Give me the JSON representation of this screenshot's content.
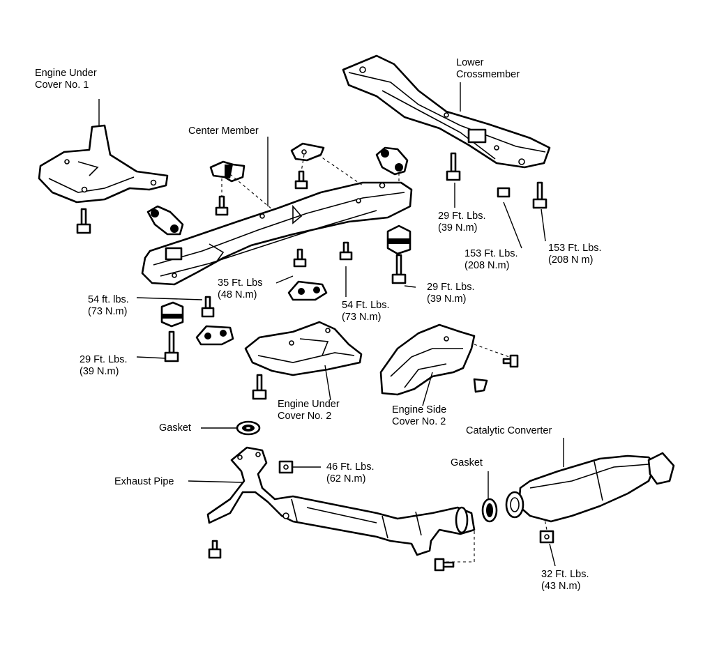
{
  "labels": {
    "engine_under_cover_1": [
      "Engine Under",
      "Cover No. 1"
    ],
    "lower_crossmember": [
      "Lower",
      "Crossmember"
    ],
    "center_member": "Center Member",
    "torque_29_lower_crossmember": [
      "29 Ft. Lbs.",
      "(39 N.m)"
    ],
    "torque_153_left": [
      "153 Ft. Lbs.",
      "(208 N.m)"
    ],
    "torque_153_right": [
      "153 Ft. Lbs.",
      "(208 N m)"
    ],
    "torque_35": [
      "35 Ft. Lbs",
      "(48 N.m)"
    ],
    "torque_29_center_right": [
      "29 Ft. Lbs.",
      "(39 N.m)"
    ],
    "torque_54_left": [
      "54 ft. lbs.",
      "(73 N.m)"
    ],
    "torque_54_center": [
      "54 Ft. Lbs.",
      "(73 N.m)"
    ],
    "torque_29_left": [
      "29 Ft. Lbs.",
      "(39 N.m)"
    ],
    "engine_under_cover_2": [
      "Engine Under",
      "Cover No. 2"
    ],
    "engine_side_cover_2": [
      "Engine Side",
      "Cover No. 2"
    ],
    "gasket_upper": "Gasket",
    "catalytic_converter": "Catalytic Converter",
    "torque_46": [
      "46 Ft. Lbs.",
      "(62 N.m)"
    ],
    "gasket_lower": "Gasket",
    "exhaust_pipe": "Exhaust Pipe",
    "torque_32": [
      "32 Ft. Lbs.",
      "(43 N.m)"
    ]
  },
  "colors": {
    "ink": "#000000",
    "paper": "#ffffff"
  }
}
